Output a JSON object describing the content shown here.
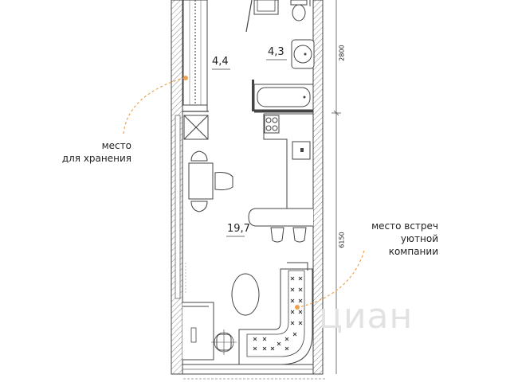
{
  "rooms": {
    "hall_area": "4,4",
    "bath_area": "4,3",
    "living_area": "19,7"
  },
  "annotations": {
    "storage_line1": "место",
    "storage_line2": "для хранения",
    "company_line1": "место встреч",
    "company_line2": "уютной компании"
  },
  "dimensions": {
    "upper": "2800",
    "lower": "6150"
  },
  "watermark": "циан",
  "colors": {
    "accent": "#f0a050",
    "wall": "#444444",
    "hatch": "#9a9a9a"
  }
}
